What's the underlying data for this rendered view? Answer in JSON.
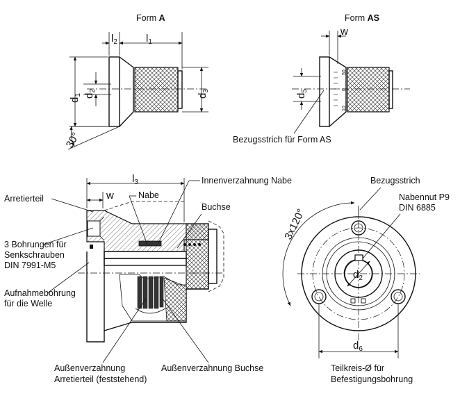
{
  "titles": {
    "form_a_prefix": "Form ",
    "form_a_letter": "A",
    "form_as_prefix": "Form ",
    "form_as_letter": "AS"
  },
  "dimensions": {
    "l2": "l",
    "l2_sub": "2",
    "l1": "l",
    "l1_sub": "1",
    "d1": "d",
    "d1_sub": "1",
    "d2": "d",
    "d2_sub": "2",
    "d3": "d",
    "d3_sub": "3",
    "angle": "30°",
    "w_top": "w",
    "d5": "d",
    "d5_sub": "5",
    "l3": "l",
    "l3_sub": "3",
    "w_section": "w",
    "d2_front": "d",
    "d2_front_sub": "2",
    "d6": "d",
    "d6_sub": "6",
    "pattern": "3x120°"
  },
  "scale_marks": [
    "50",
    "0",
    "10"
  ],
  "labels": {
    "bezugsstrich_form_as": "Bezugsstrich für Form AS",
    "arretierteil": "Arretierteil",
    "nabe": "Nabe",
    "innenverzahnung": "Innenverzahnung Nabe",
    "buchse": "Buchse",
    "bohrungen_1": "3 Bohrungen für",
    "bohrungen_2": "Senkschrauben",
    "bohrungen_3": "DIN 7991-M5",
    "aufnahme_1": "Aufnahmebohrung",
    "aufnahme_2": "für die Welle",
    "aussen_arret_1": "Außenverzahnung",
    "aussen_arret_2": "Arretierteil (feststehend)",
    "aussen_buchse": "Außenverzahnung Buchse",
    "bezugsstrich": "Bezugsstrich",
    "nabennut_1": "Nabennut P9",
    "nabennut_2": "DIN 6885",
    "teilkreis_1": "Teilkreis-Ø für",
    "teilkreis_2": "Befestigungsbohrung"
  }
}
